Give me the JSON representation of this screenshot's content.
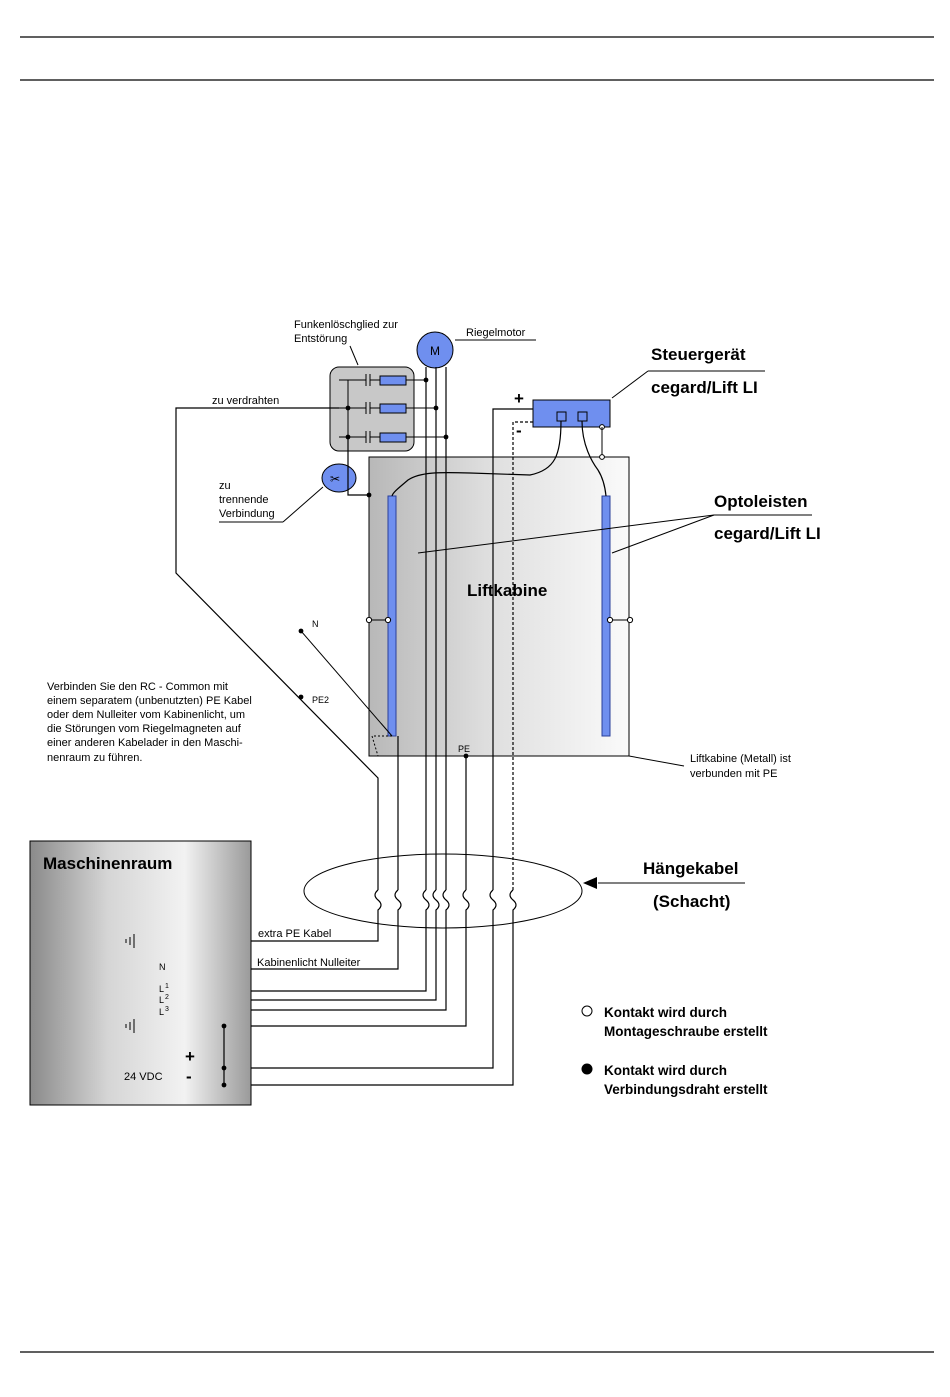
{
  "labels": {
    "funken_line1": "Funkenlöschglied zur",
    "funken_line2": "Entstörung",
    "riegelmotor": "Riegelmotor",
    "motor_symbol": "M",
    "steuergeraet": "Steuergerät",
    "steuergeraet_model": "cegard/Lift LI",
    "plus_top": "+",
    "minus_top": "-",
    "zu_verdrahten": "zu verdrahten",
    "zu_trennende_1": "zu",
    "zu_trennende_2": "trennende",
    "zu_trennende_3": "Verbindung",
    "optoleisten": "Optoleisten",
    "optoleisten_model": "cegard/Lift LI",
    "liftkabine": "Liftkabine",
    "n_small": "N",
    "pe2": "PE2",
    "pe": "PE",
    "note_lines": [
      "Verbinden Sie den RC - Common mit",
      "einem separatem (unbenutzten) PE Kabel",
      "oder dem Nulleiter vom Kabinenlicht, um",
      "die Störungen vom Riegelmagneten auf",
      "einer anderen Kabelader in den Maschi-",
      "nenraum zu führen."
    ],
    "metall_1": "Liftkabine (Metall) ist",
    "metall_2": "verbunden mit  PE",
    "haengekabel": "Hängekabel",
    "schacht": "(Schacht)",
    "maschinenraum": "Maschinenraum",
    "extra_pe": "extra PE Kabel",
    "kabinenlicht": "Kabinenlicht Nulleiter",
    "mr_n": "N",
    "l1": "L",
    "l2": "L",
    "l3": "L",
    "l1_sup": "1",
    "l2_sup": "2",
    "l3_sup": "3",
    "mr_plus": "+",
    "mr_minus": "-",
    "vdc": "24 VDC"
  },
  "legend": {
    "open_line1": "Kontakt wird durch",
    "open_line2": "Montageschraube erstellt",
    "filled_line1": "Kontakt wird durch",
    "filled_line2": "Verbindungsdraht erstellt"
  },
  "colors": {
    "blue": "#6f8fef",
    "blue_dark": "#2a3f9a",
    "grey_box": "#c8c8c8"
  }
}
